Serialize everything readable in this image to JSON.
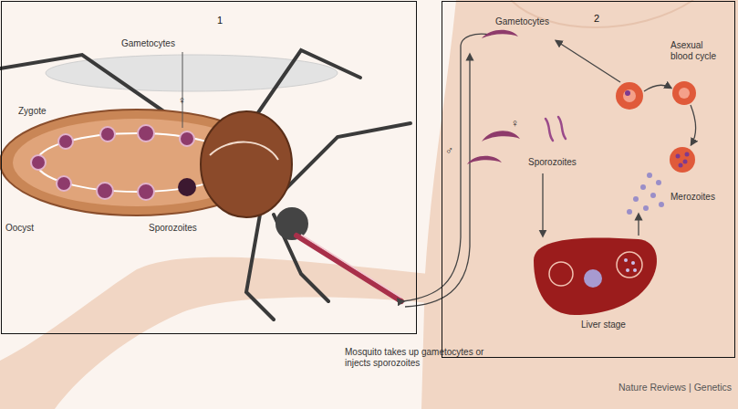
{
  "diagram": {
    "nodes": [
      {
        "text": [
          "1"
        ]
      },
      {
        "text": [
          "2"
        ]
      }
    ],
    "labels": [
      "Gametocytes",
      "♀",
      "Zygote",
      "Oocyst",
      "Sporozoites",
      "Gametocytes",
      "♀",
      "♂",
      "Asexual blood cycle",
      "Sporozoites",
      "Merozoites",
      "Liver stage",
      "Mosquito takes up gametocytes or injects sporozoites",
      "Nature Reviews | Genetics"
    ]
  }
}
